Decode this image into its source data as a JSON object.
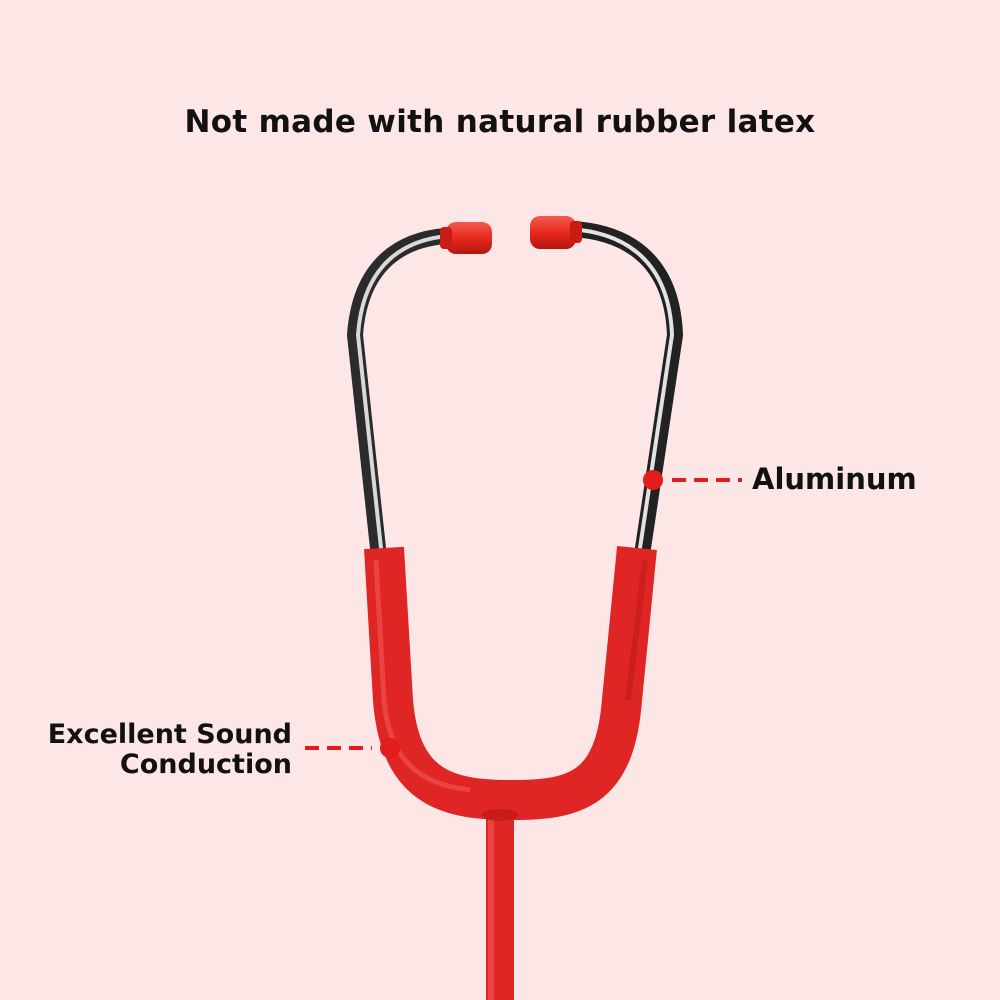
{
  "headline": "Not made with natural rubber latex",
  "callouts": {
    "right": {
      "text": "Aluminum"
    },
    "left": {
      "line1": "Excellent Sound",
      "line2": "Conduction"
    }
  },
  "colors": {
    "background": "#fde6e6",
    "tubing": "#e02525",
    "eartips": "#e8291f",
    "callout_accent": "#e11d1d",
    "text": "#111111"
  }
}
